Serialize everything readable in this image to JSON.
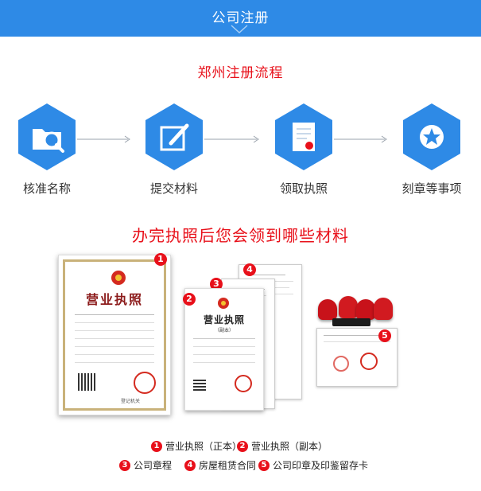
{
  "header": {
    "title": "公司注册"
  },
  "flow": {
    "title": "郑州注册流程",
    "steps": [
      {
        "label": "核准名称",
        "icon": "folder-search-icon"
      },
      {
        "label": "提交材料",
        "icon": "edit-document-icon"
      },
      {
        "label": "领取执照",
        "icon": "certificate-icon"
      },
      {
        "label": "刻章等事项",
        "icon": "star-seal-icon"
      }
    ]
  },
  "materials": {
    "title": "办完执照后您会领到哪些材料",
    "cert_title": "营业执照",
    "cert_copy_tag": "（副本）",
    "seal_text": "登记机关",
    "badges": [
      "1",
      "2",
      "3",
      "4",
      "5"
    ],
    "legend": [
      {
        "num": "1",
        "text": "营业执照（正本）"
      },
      {
        "num": "2",
        "text": "营业执照（副本）"
      },
      {
        "num": "3",
        "text": "公司章程"
      },
      {
        "num": "4",
        "text": "房屋租赁合同"
      },
      {
        "num": "5",
        "text": "公司印章及印鉴留存卡"
      }
    ]
  },
  "colors": {
    "header_blue": "#2e8ae6",
    "hex_blue": "#2e8ae6",
    "title_red": "#e8101a"
  }
}
